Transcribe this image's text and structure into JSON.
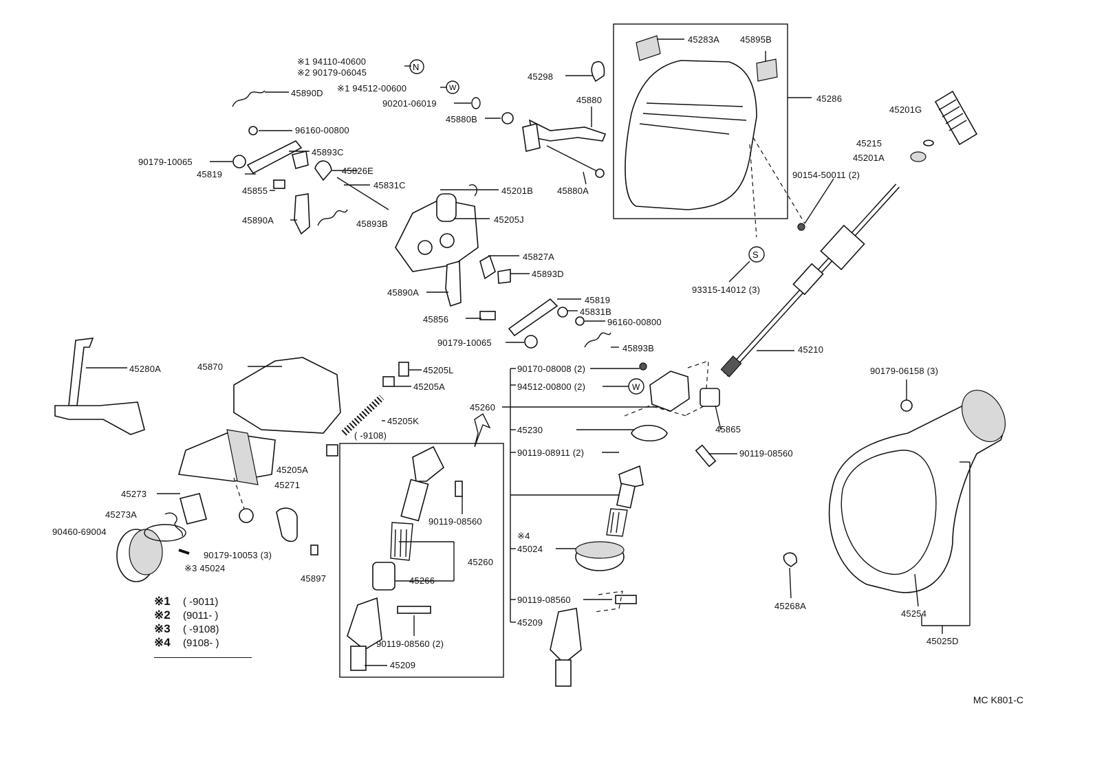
{
  "diagram_code": "MC K801-C",
  "labels": [
    {
      "id": "l1",
      "text": "※1 94110-40600"
    },
    {
      "id": "l2",
      "text": "※2 90179-06045"
    },
    {
      "id": "l3",
      "text": "※1 94512-00600"
    },
    {
      "id": "l4",
      "text": "90201-06019"
    },
    {
      "id": "l5",
      "text": "45890D"
    },
    {
      "id": "l6",
      "text": "96160-00800"
    },
    {
      "id": "l7",
      "text": "45893C"
    },
    {
      "id": "l8",
      "text": "90179-10065"
    },
    {
      "id": "l9",
      "text": "45819"
    },
    {
      "id": "l10",
      "text": "45826E"
    },
    {
      "id": "l11",
      "text": "45855"
    },
    {
      "id": "l12",
      "text": "45831C"
    },
    {
      "id": "l13",
      "text": "45201B"
    },
    {
      "id": "l14",
      "text": "45890A"
    },
    {
      "id": "l15",
      "text": "45893B"
    },
    {
      "id": "l16",
      "text": "45205J"
    },
    {
      "id": "l17",
      "text": "45827A"
    },
    {
      "id": "l18",
      "text": "45893D"
    },
    {
      "id": "l19",
      "text": "45890A"
    },
    {
      "id": "l20",
      "text": "45819"
    },
    {
      "id": "l21",
      "text": "45831B"
    },
    {
      "id": "l22",
      "text": "45856"
    },
    {
      "id": "l23",
      "text": "96160-00800"
    },
    {
      "id": "l24",
      "text": "90179-10065"
    },
    {
      "id": "l25",
      "text": "45893B"
    },
    {
      "id": "l26",
      "text": "45298"
    },
    {
      "id": "l27",
      "text": "45880"
    },
    {
      "id": "l28",
      "text": "45880B"
    },
    {
      "id": "l29",
      "text": "45880A"
    },
    {
      "id": "l30",
      "text": "45283A"
    },
    {
      "id": "l31",
      "text": "45895B"
    },
    {
      "id": "l32",
      "text": "45286"
    },
    {
      "id": "l33",
      "text": "45201G"
    },
    {
      "id": "l34",
      "text": "45215"
    },
    {
      "id": "l35",
      "text": "45201A"
    },
    {
      "id": "l36",
      "text": "90154-50011 (2)"
    },
    {
      "id": "l37",
      "text": "93315-14012 (3)"
    },
    {
      "id": "l38",
      "text": "45210"
    },
    {
      "id": "l39",
      "text": "45280A"
    },
    {
      "id": "l40",
      "text": "45870"
    },
    {
      "id": "l41",
      "text": "45205L"
    },
    {
      "id": "l42",
      "text": "45205A"
    },
    {
      "id": "l43",
      "text": "45205K"
    },
    {
      "id": "l44",
      "text": "(       -9108)"
    },
    {
      "id": "l45",
      "text": "45205A"
    },
    {
      "id": "l46",
      "text": "45271"
    },
    {
      "id": "l47",
      "text": "45273"
    },
    {
      "id": "l48",
      "text": "45273A"
    },
    {
      "id": "l49",
      "text": "90460-69004"
    },
    {
      "id": "l50",
      "text": "※3 45024"
    },
    {
      "id": "l51",
      "text": "90179-10053 (3)"
    },
    {
      "id": "l52",
      "text": "45897"
    },
    {
      "id": "l53",
      "text": "90119-08560"
    },
    {
      "id": "l54",
      "text": "45260"
    },
    {
      "id": "l55",
      "text": "45266"
    },
    {
      "id": "l56",
      "text": "90119-08560 (2)"
    },
    {
      "id": "l57",
      "text": "45209"
    },
    {
      "id": "l58",
      "text": "90170-08008 (2)"
    },
    {
      "id": "l59",
      "text": "94512-00800 (2)"
    },
    {
      "id": "l60",
      "text": "45260"
    },
    {
      "id": "l61",
      "text": "45230"
    },
    {
      "id": "l62",
      "text": "90119-08911 (2)"
    },
    {
      "id": "l63",
      "text": "※4"
    },
    {
      "id": "l64",
      "text": "45024"
    },
    {
      "id": "l65",
      "text": "90119-08560"
    },
    {
      "id": "l66",
      "text": "45209"
    },
    {
      "id": "l67",
      "text": "45865"
    },
    {
      "id": "l68",
      "text": "90119-08560"
    },
    {
      "id": "l69",
      "text": "90179-06158 (3)"
    },
    {
      "id": "l70",
      "text": "45268A"
    },
    {
      "id": "l71",
      "text": "45254"
    },
    {
      "id": "l72",
      "text": "45025D"
    }
  ],
  "legend": [
    {
      "mark": "※1",
      "range": "(       -9011)"
    },
    {
      "mark": "※2",
      "range": "(9011-       )"
    },
    {
      "mark": "※3",
      "range": "(       -9108)"
    },
    {
      "mark": "※4",
      "range": "(9108-       )"
    }
  ],
  "circle_symbols": [
    "N",
    "W",
    "S",
    "W"
  ]
}
